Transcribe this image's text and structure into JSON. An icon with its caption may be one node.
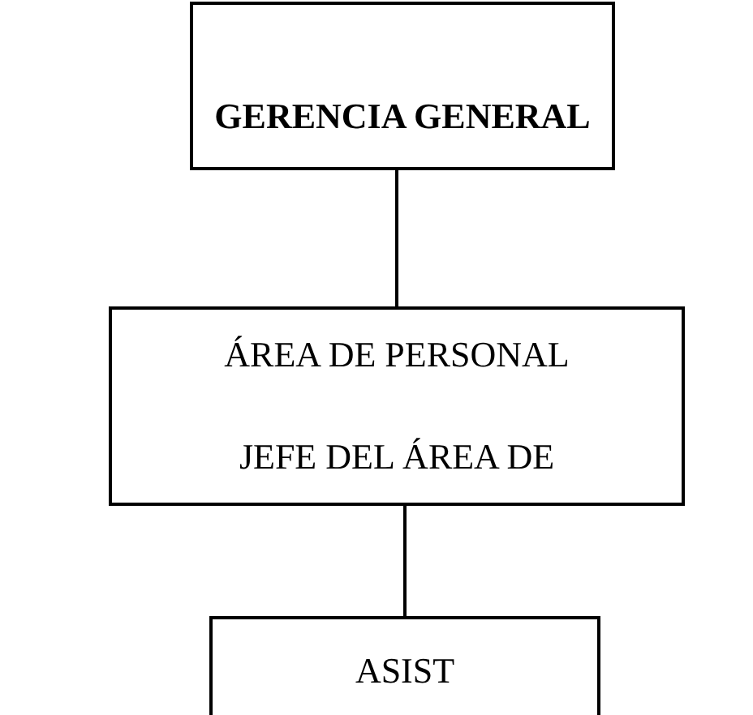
{
  "diagram": {
    "nodes": [
      {
        "text": [
          "GERENCIA GENERAL"
        ]
      },
      {
        "text": [
          "ÁREA DE PERSONAL",
          "JEFE DEL ÁREA DE"
        ]
      },
      {
        "text": [
          "ASIST"
        ]
      }
    ],
    "edges": [
      {
        "from": 0,
        "to": 1,
        "arrow": "none"
      },
      {
        "from": 1,
        "to": 2,
        "arrow": "none"
      }
    ]
  }
}
